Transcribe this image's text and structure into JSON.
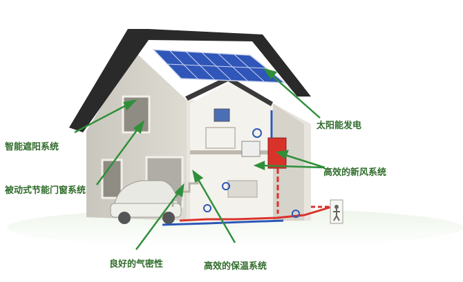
{
  "labels": {
    "solar": "太阳能发电",
    "shading": "智能遮阳系统",
    "windows": "被动式节能门窗系统",
    "ventilation": "高效的新风系统",
    "airtight": "良好的气密性",
    "insulation": "高效的保温系统"
  },
  "colors": {
    "accent": "#2f8f3a",
    "label_text": "#2f6b2a",
    "pipe_red": "#d9322b",
    "pipe_blue": "#2b57b6",
    "roof": "#2a2a2a",
    "solar_panel": "#2f56b8"
  },
  "icons": [
    "solar-panel-icon",
    "fresh-air-unit-icon",
    "thermostat-icon",
    "person-icon"
  ]
}
